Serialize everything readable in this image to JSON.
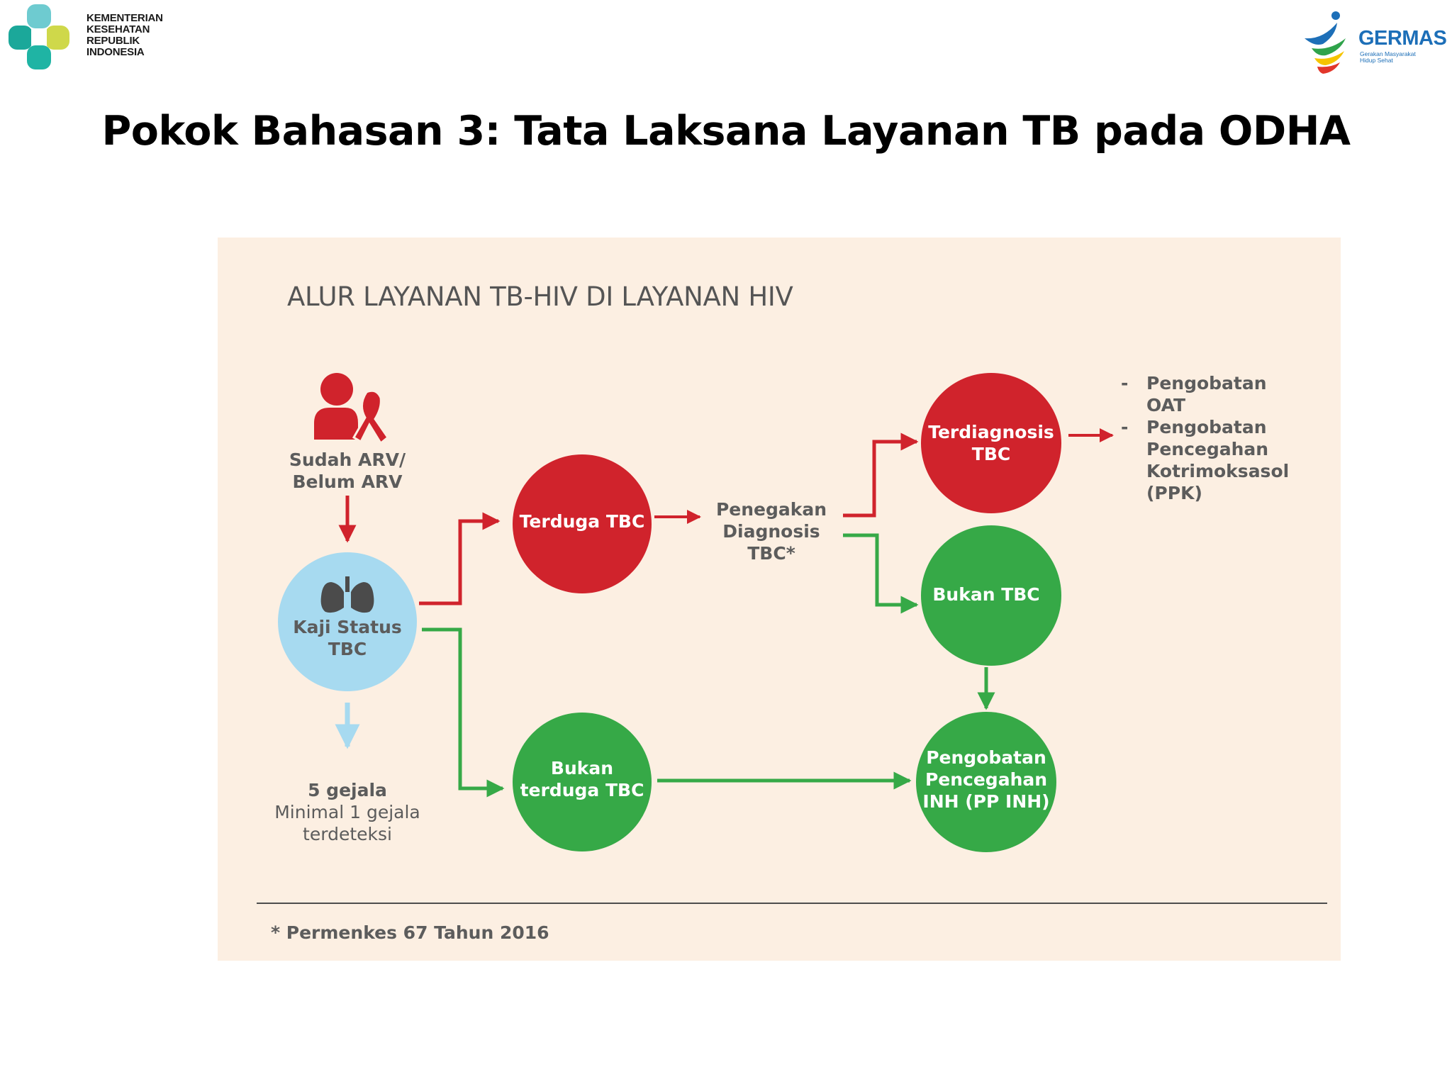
{
  "header": {
    "ministry_logo_lines": [
      "KEMENTERIAN",
      "KESEHATAN",
      "REPUBLIK",
      "INDONESIA"
    ],
    "germas_logo": {
      "word": "GERMAS",
      "tagline_lines": [
        "Gerakan Masyarakat",
        "Hidup Sehat"
      ]
    }
  },
  "slide": {
    "title": "Pokok Bahasan 3: Tata Laksana Layanan TB pada ODHA"
  },
  "diagram": {
    "heading": "ALUR LAYANAN TB-HIV DI LAYANAN HIV",
    "icons": {
      "patient": "person-ribbon-icon",
      "lungs": "lungs-icon"
    },
    "arv_label_lines": [
      "Sudah ARV/",
      "Belum ARV"
    ],
    "nodes": {
      "kaji_status": {
        "lines": [
          "Kaji Status",
          "TBC"
        ],
        "color": "#a7daf0"
      },
      "terduga": {
        "lines": [
          "Terduga TBC"
        ],
        "color": "#d0232c"
      },
      "bukan_terduga": {
        "lines": [
          "Bukan",
          "terduga TBC"
        ],
        "color": "#36a947"
      },
      "terdiagnosis": {
        "lines": [
          "Terdiagnosis",
          "TBC"
        ],
        "color": "#d0232c"
      },
      "bukan_tbc": {
        "lines": [
          "Bukan TBC"
        ],
        "color": "#36a947"
      },
      "pengobatan_pencegahan": {
        "lines": [
          "Pengobatan",
          "Pencegahan",
          "INH (PP INH)"
        ],
        "color": "#36a947"
      }
    },
    "penegakan_label_lines": [
      "Penegakan",
      "Diagnosis",
      "TBC*"
    ],
    "symptoms_note": {
      "bold": "5 gejala",
      "lines": [
        "Minimal 1 gejala",
        "terdeteksi"
      ]
    },
    "outcomes": [
      {
        "dash": "-",
        "lines": [
          "Pengobatan",
          "OAT"
        ]
      },
      {
        "dash": "-",
        "lines": [
          "Pengobatan",
          "Pencegahan",
          "Kotrimoksasol",
          "(PPK)"
        ]
      }
    ],
    "footnote": "* Permenkes 67 Tahun 2016",
    "colors": {
      "panel_bg": "#fcefe2",
      "red": "#d0232c",
      "green": "#36a947",
      "light_blue": "#a7daf0",
      "text_gray": "#5c5c5c"
    }
  }
}
